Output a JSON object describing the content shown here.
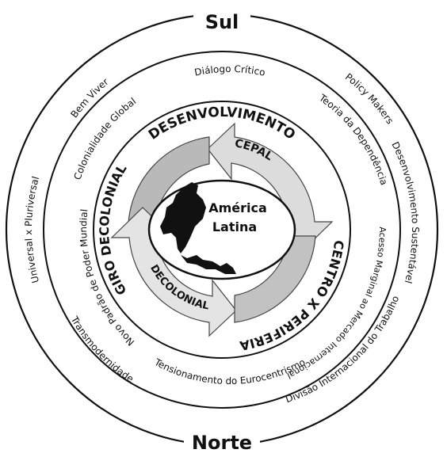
{
  "poles": {
    "top": "Sul",
    "bottom": "Norte"
  },
  "outer_ring": {
    "left_top": "Bem Viver",
    "left": "Universal x Pluriversal",
    "bottom_left": "Transmodernidade",
    "right_top": "Policy Makers",
    "right": "Desenvolvimento Sustentável",
    "bottom_right": "Divisão Internacional do Trabalho"
  },
  "middle_ring": {
    "top_left": "Colonialidade Global",
    "top": "Diálogo Crítico",
    "top_right": "Teoria da Dependência",
    "left": "Novo Padrão de Poder Mundial",
    "bottom": "Tensionamento do Eurocentrismo",
    "bottom_right": "Acesso Marginal ao Mercado Internacional"
  },
  "inner_ring": {
    "top": "DESENVOLVIMENTO",
    "left": "GIRO DECOLONIAL",
    "right": "CENTRO X PERIFERIA"
  },
  "arrows": {
    "top_label": "CEPAL",
    "bottom_label": "DECOLONIAL"
  },
  "center": {
    "line1": "América",
    "line2": "Latina"
  },
  "colors": {
    "ink": "#111111",
    "arrow_fill": "#c8c8c8",
    "arrow_light": "#efefef"
  }
}
